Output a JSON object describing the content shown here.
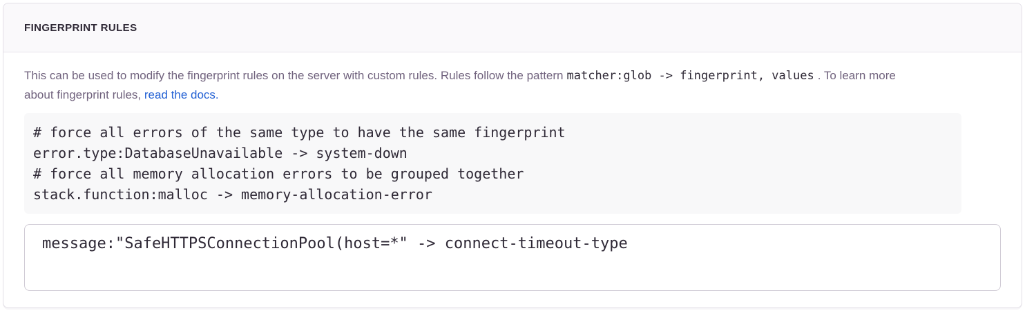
{
  "panel": {
    "title": "FINGERPRINT RULES",
    "description": {
      "intro": "This can be used to modify the fingerprint rules on the server with custom rules. Rules follow the pattern",
      "pattern": "matcher:glob -> fingerprint, values",
      "middle": ". To learn more about fingerprint rules, ",
      "link_label": "read the docs."
    },
    "example_lines": [
      "# force all errors of the same type to have the same fingerprint",
      "error.type:DatabaseUnavailable -> system-down",
      "# force all memory allocation errors to be grouped together",
      "stack.function:malloc -> memory-allocation-error"
    ],
    "input": {
      "value": "message:\"SafeHTTPSConnectionPool(host=*\" -> connect-timeout-type",
      "placeholder": ""
    }
  },
  "colors": {
    "link_blue": "#2562d4",
    "heading_text": "#2f2936",
    "body_text": "#71637e",
    "code_text": "#2f2936",
    "panel_border": "#e2dee6",
    "header_background": "#faf9fb",
    "example_background": "#f8f8f9",
    "input_border": "#d0cbd5"
  }
}
